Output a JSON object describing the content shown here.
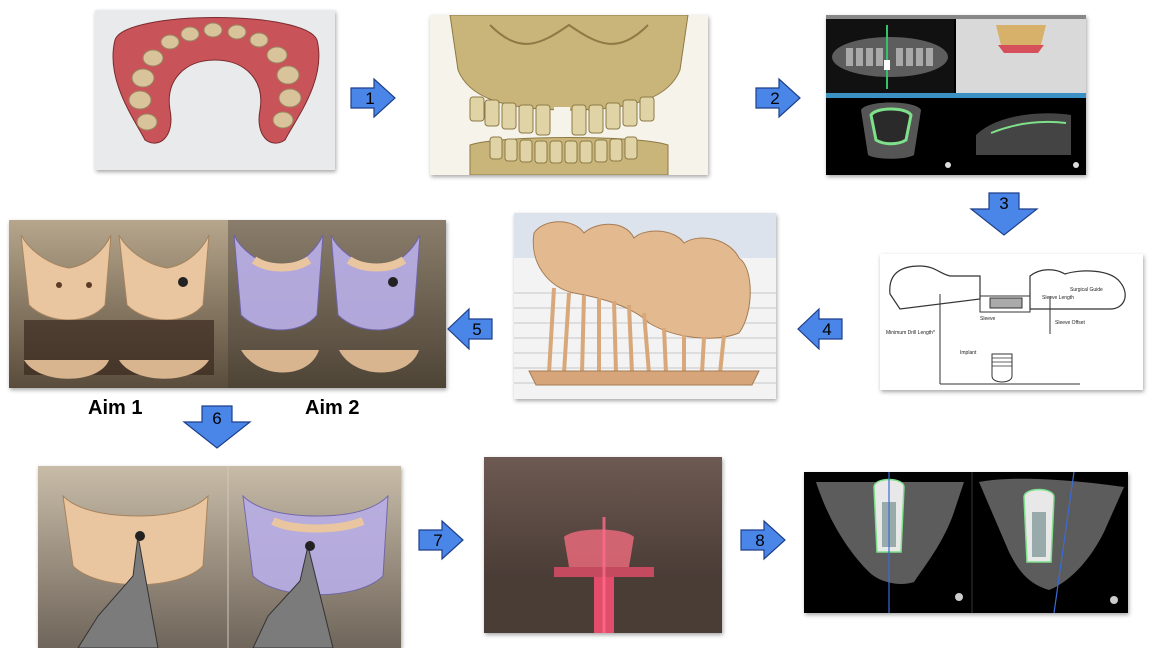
{
  "steps": [
    {
      "number": "1"
    },
    {
      "number": "2"
    },
    {
      "number": "3"
    },
    {
      "number": "4"
    },
    {
      "number": "5"
    },
    {
      "number": "6"
    },
    {
      "number": "7"
    },
    {
      "number": "8"
    }
  ],
  "aim_labels": {
    "aim1": "Aim 1",
    "aim2": "Aim 2"
  },
  "guide_diagram": {
    "surgical_guide": "Surgical Guide",
    "sleeve_length": "Sleeve Length",
    "sleeve": "Sleeve",
    "sleeve_offset": "Sleeve Offset",
    "minimum_drill_length": "Minimum Drill Length*",
    "implant": "Implant"
  },
  "colors": {
    "arrow_fill": "#4a86e8",
    "arrow_stroke": "#1d3f8a"
  }
}
